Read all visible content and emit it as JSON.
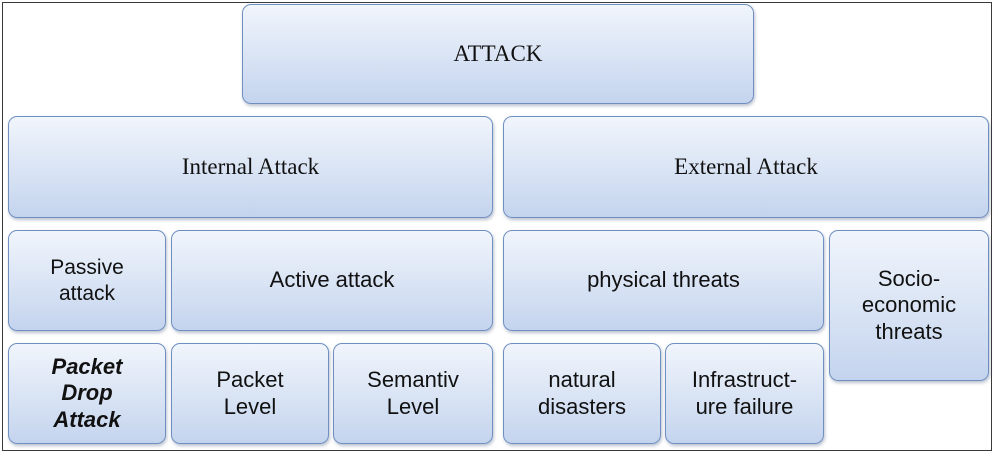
{
  "diagram": {
    "root": {
      "label": "ATTACK"
    },
    "internal": {
      "label": "Internal Attack"
    },
    "external": {
      "label": "External Attack"
    },
    "passive": {
      "label": "Passive\nattack"
    },
    "active": {
      "label": "Active attack"
    },
    "physical": {
      "label": "physical threats"
    },
    "socio": {
      "label": "Socio-\neconomic\nthreats"
    },
    "packet_drop": {
      "label": "Packet\nDrop\nAttack"
    },
    "packet_level": {
      "label": "Packet\nLevel"
    },
    "semantic_level": {
      "label": "Semantiv\nLevel"
    },
    "natural": {
      "label": "natural\ndisasters"
    },
    "infrastructure": {
      "label": "Infrastruct-\nure failure"
    }
  }
}
